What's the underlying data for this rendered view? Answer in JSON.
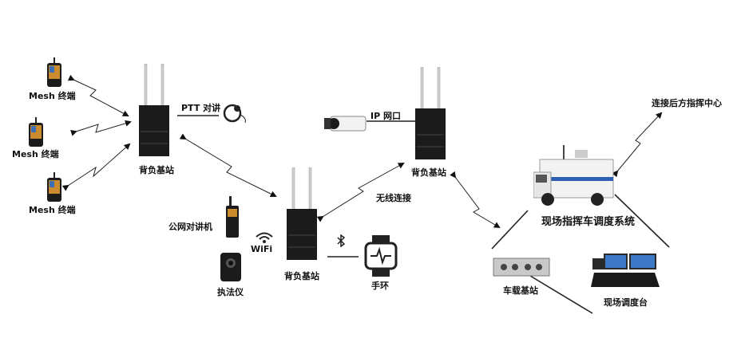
{
  "labels": {
    "mesh_terminal_1": "Mesh 终端",
    "mesh_terminal_2": "Mesh 终端",
    "mesh_terminal_3": "Mesh 终端",
    "base_station_1": "背负基站",
    "ptt_intercom": "PTT 对讲",
    "base_station_2": "背负基站",
    "public_network_radio": "公网对讲机",
    "wifi": "WiFi",
    "law_enforcement_recorder": "执法仪",
    "wristband": "手环",
    "ip_port": "IP 网口",
    "base_station_3": "背负基站",
    "wireless_connection": "无线连接",
    "command_vehicle_system": "现场指挥车调度系统",
    "backend_command_center": "连接后方指挥中心",
    "vehicle_base_station": "车载基站",
    "field_dispatch_console": "现场调度台"
  },
  "colors": {
    "device_dark": "#1b1b1b",
    "antenna": "#cfcfcf",
    "line": "#222222",
    "vehicle_body": "#f2f2f2",
    "vehicle_stripe": "#2f5fb3"
  }
}
